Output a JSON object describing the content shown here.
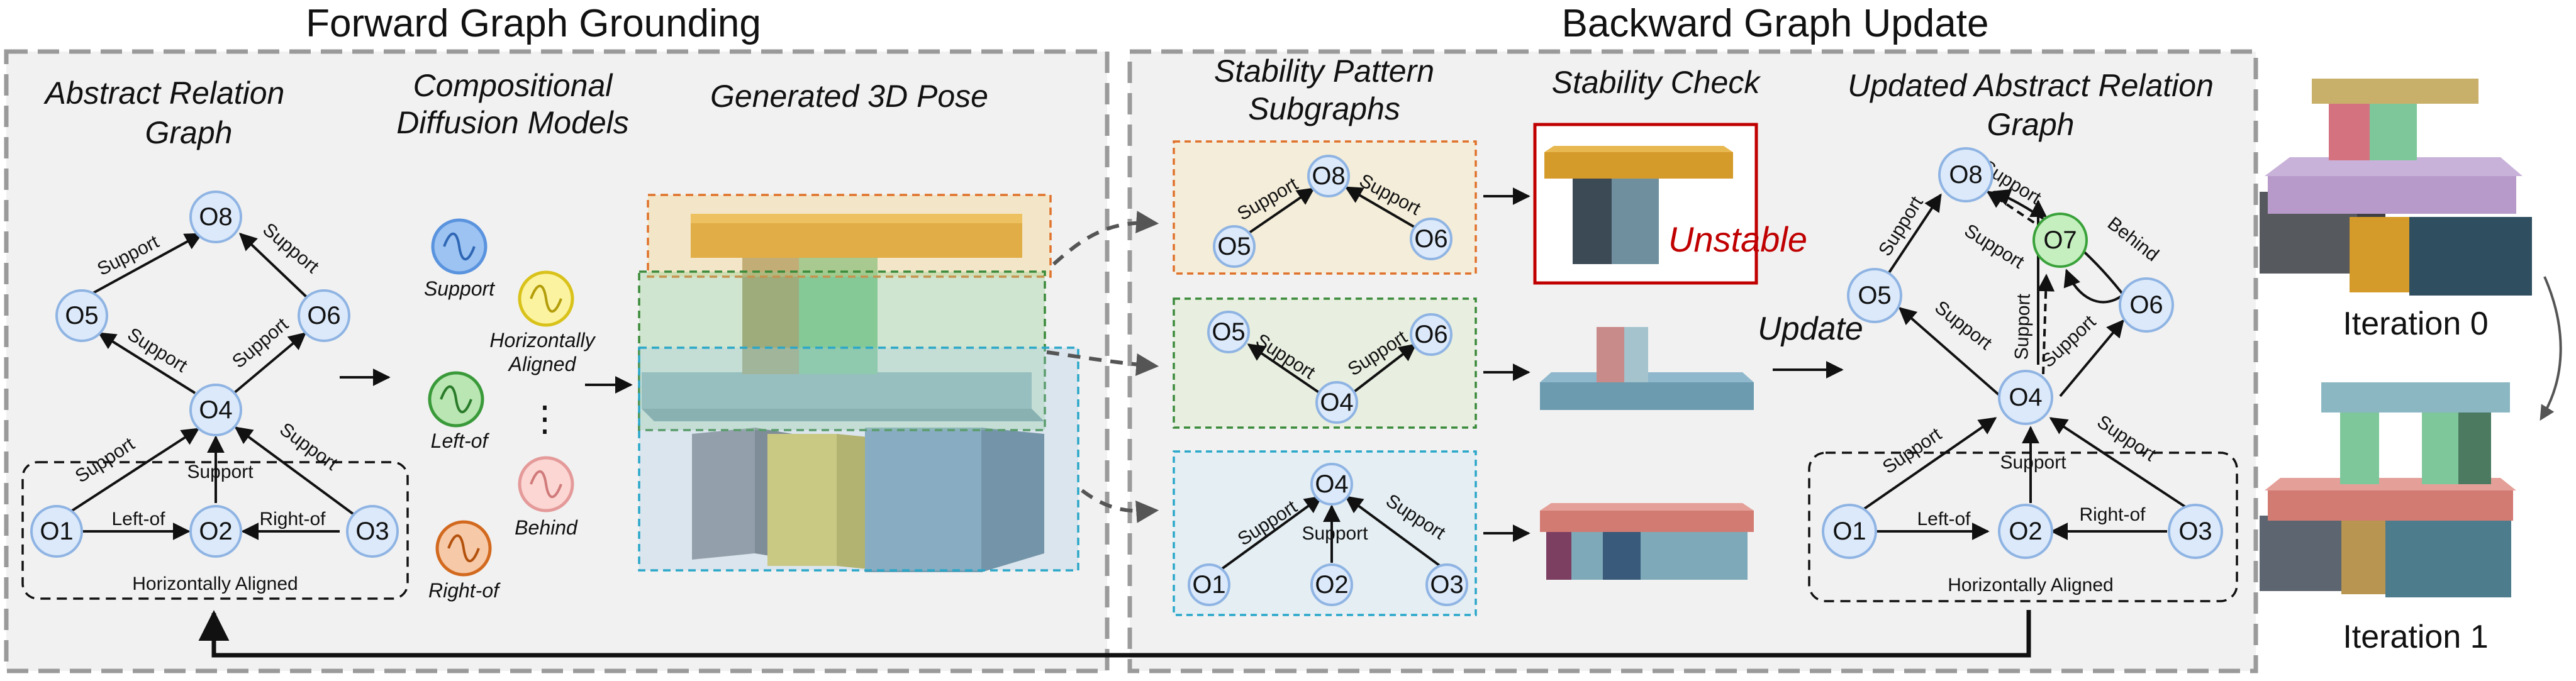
{
  "titles": {
    "forward": "Forward Graph Grounding",
    "backward": "Backward Graph Update"
  },
  "section_labels": {
    "abstract_graph": [
      "Abstract Relation",
      "Graph"
    ],
    "diffusion": [
      "Compositional",
      "Diffusion Models"
    ],
    "pose": "Generated 3D Pose",
    "subgraphs": [
      "Stability Pattern",
      "Subgraphs"
    ],
    "check": "Stability Check",
    "updated_graph": [
      "Updated Abstract Relation",
      "Graph"
    ]
  },
  "diffusion_models": [
    {
      "label": "Support",
      "color": "#5a93de",
      "fill": "#9cc3f2"
    },
    {
      "label": "Horizontally Aligned",
      "label_lines": [
        "Horizontally",
        "Aligned"
      ],
      "color": "#d9c21a",
      "fill": "#fbf3a0"
    },
    {
      "label": "Left-of",
      "color": "#3a9a3a",
      "fill": "#b9e6b2"
    },
    {
      "label": "Behind",
      "color": "#e59a9a",
      "fill": "#fbd6d2"
    },
    {
      "label": "Right-of",
      "color": "#d2691e",
      "fill": "#f6c9a8"
    }
  ],
  "ellipsis": "⋮",
  "nodes": {
    "O1": "O1",
    "O2": "O2",
    "O3": "O3",
    "O4": "O4",
    "O5": "O5",
    "O6": "O6",
    "O7": "O7",
    "O8": "O8"
  },
  "edge_labels": {
    "support": "Support",
    "left_of": "Left-of",
    "right_of": "Right-of",
    "behind": "Behind"
  },
  "group_label": "Horizontally Aligned",
  "unstable": "Unstable",
  "update": "Update",
  "iterations": [
    "Iteration 0",
    "Iteration 1"
  ],
  "colors": {
    "node_fill": "#dbe9fa",
    "node_stroke": "#8fb4e3",
    "new_node_fill": "#c6efc0",
    "new_node_stroke": "#3aa23a",
    "panel_bg": "#f1f1f1",
    "panel_border": "#9a9a9a",
    "unstable": "#c00000",
    "gold": "#d49a2a",
    "green": "#7ec79b",
    "blue": "#7a9fb2",
    "yellow": "#d7c95a",
    "pink": "#d4737f",
    "purple": "#b79ac9",
    "coral": "#d27b73"
  }
}
